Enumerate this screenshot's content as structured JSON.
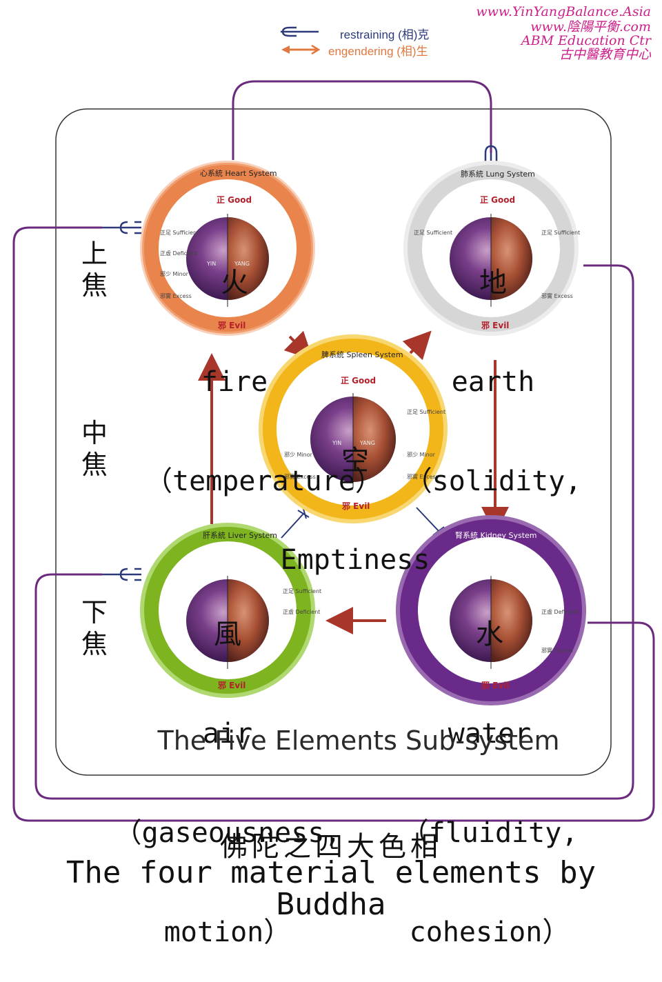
{
  "credits": {
    "line1": "www.YinYangBalance.Asia",
    "line2": "www.陰陽平衡.com",
    "line3": "ABM Education Ctr",
    "line4": "古中醫教育中心"
  },
  "legend": {
    "restraining": "restraining (相)克",
    "engendering": "engendering (相)生"
  },
  "burners": {
    "upper": "上\n焦",
    "middle": "中\n焦",
    "lower": "下\n焦"
  },
  "systems": {
    "heart": "心系統 Heart System",
    "lung": "肺系統 Lung System",
    "spleen": "脾系統 Spleen System",
    "liver": "肝系統 Liver System",
    "kidney": "腎系統 Kidney System"
  },
  "scale": {
    "good": "正 Good",
    "evil": "邪 Evil",
    "sufficient": "正足 Sufficient",
    "deficient": "正虛 Deficient",
    "minor": "邪少 Minor",
    "excess": "邪實 Excess",
    "yin": "YIN",
    "yang": "YANG"
  },
  "elements": {
    "fire": {
      "cjk": "火",
      "en": "fire",
      "desc": "（temperature）"
    },
    "earth": {
      "cjk": "地",
      "en": "earth",
      "desc": "（solidity,"
    },
    "emptiness": {
      "cjk": "空",
      "en": "Emptiness"
    },
    "air": {
      "cjk": "風",
      "en": "air",
      "desc": "（gaseousness,",
      "desc2": "motion）"
    },
    "water": {
      "cjk": "水",
      "en": "water",
      "desc": "（fluidity,",
      "desc2": "cohesion）"
    }
  },
  "subtitle": "The Five Elements Sub-system",
  "title": {
    "cn": "佛陀之四大色相",
    "en_line1": "The four material elements by",
    "en_line2": "Buddha"
  },
  "colors": {
    "heart": "#e8773a",
    "lung": "#d8d8d8",
    "spleen": "#f2b51a",
    "liver": "#7db41f",
    "kidney": "#6a2a8a",
    "engender_arrow": "#a8362a",
    "restrain_line": "#2c3a7a",
    "outer_loop": "#6b2a7e"
  }
}
